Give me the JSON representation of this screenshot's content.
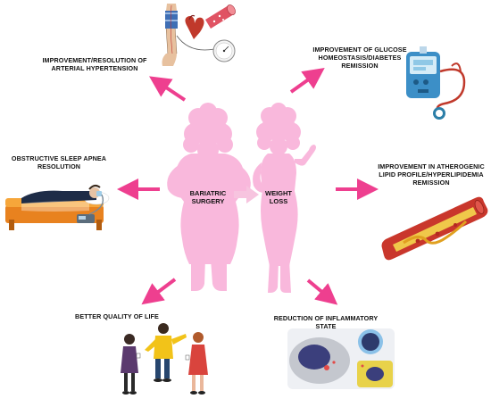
{
  "center": {
    "left_label": [
      "BARIATRIC",
      "SURGERY"
    ],
    "right_label": [
      "WEIGHT",
      "LOSS"
    ]
  },
  "outcomes": {
    "hypertension": [
      "IMPROVEMENT/RESOLUTION OF",
      "ARTERIAL HYPERTENSION"
    ],
    "diabetes": [
      "IMPROVEMENT OF GLUCOSE",
      "HOMEOSTASIS/DIABETES",
      "REMISSION"
    ],
    "apnea": [
      "OBSTRUCTIVE SLEEP APNEA",
      "RESOLUTION"
    ],
    "lipid": [
      "IMPROVEMENT IN ATHEROGENIC",
      "LIPID PROFILE/HYPERLIPIDEMIA",
      "REMISSION"
    ],
    "quality": [
      "BETTER QUALITY OF LIFE"
    ],
    "inflammation": [
      "REDUCTION OF INFLAMMATORY",
      "STATE"
    ]
  },
  "colors": {
    "pink_silhouette": "#f9b8dc",
    "arrow_pink": "#ee3f8f",
    "center_arrow": "#f7c4df"
  }
}
